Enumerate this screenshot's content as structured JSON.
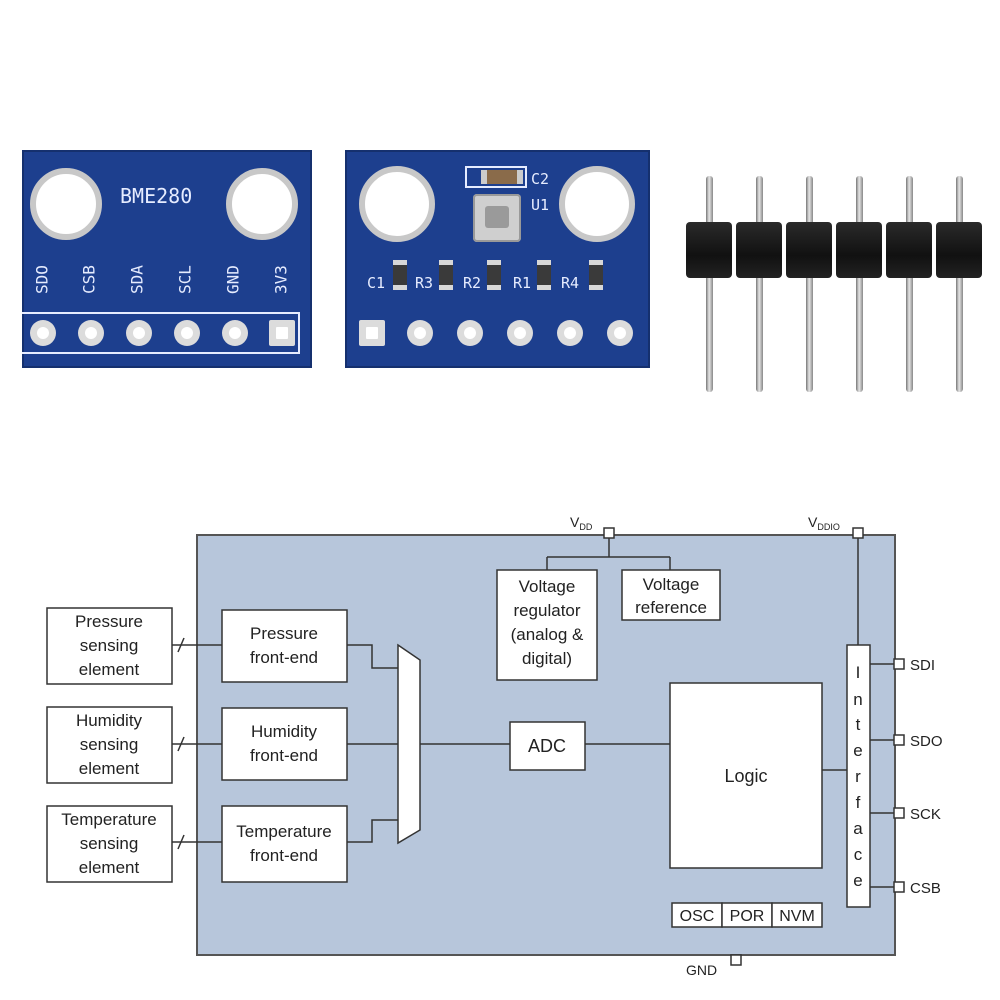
{
  "board_front": {
    "title": "BME280",
    "pin_labels": [
      "SDO",
      "CSB",
      "SDA",
      "SCL",
      "GND",
      "3V3"
    ]
  },
  "board_back": {
    "labels": {
      "c2": "C2",
      "u1": "U1",
      "c1": "C1",
      "r3": "R3",
      "r2": "R2",
      "r1": "R1",
      "r4": "R4"
    }
  },
  "diagram": {
    "vdd": "V",
    "vdd_sub": "DD",
    "vddio": "V",
    "vddio_sub": "DDIO",
    "gnd": "GND",
    "sensing": {
      "pressure": [
        "Pressure",
        "sensing",
        "element"
      ],
      "humidity": [
        "Humidity",
        "sensing",
        "element"
      ],
      "temperature": [
        "Temperature",
        "sensing",
        "element"
      ]
    },
    "frontend": {
      "pressure": [
        "Pressure",
        "front-end"
      ],
      "humidity": [
        "Humidity",
        "front-end"
      ],
      "temperature": [
        "Temperature",
        "front-end"
      ]
    },
    "regulator": [
      "Voltage",
      "regulator",
      "(analog &",
      "digital)"
    ],
    "reference": [
      "Voltage",
      "reference"
    ],
    "adc": "ADC",
    "logic": "Logic",
    "osc": "OSC",
    "por": "POR",
    "nvm": "NVM",
    "interface_letters": [
      "I",
      "n",
      "t",
      "e",
      "r",
      "f",
      "a",
      "c",
      "e"
    ],
    "pins": [
      "SDI",
      "SDO",
      "SCK",
      "CSB"
    ],
    "colors": {
      "chip_bg": "#b7c6db",
      "box_bg": "#ffffff",
      "line": "#333333"
    }
  }
}
